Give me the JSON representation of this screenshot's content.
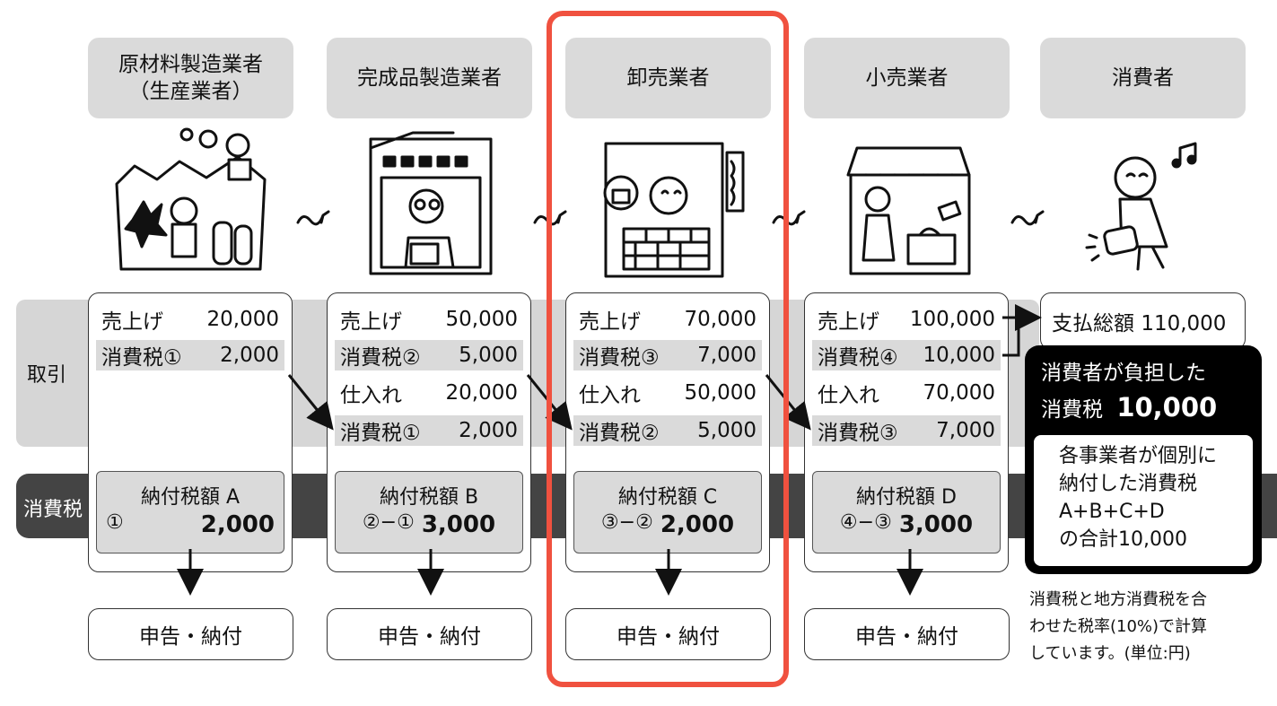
{
  "bands": {
    "transaction": "取引",
    "tax": "消費税"
  },
  "stages": [
    {
      "head": [
        "原材料製造業者",
        "（生産業者）"
      ],
      "rows": [
        {
          "label": "売上げ",
          "value": "20,000"
        },
        {
          "label": "消費税①",
          "value": "2,000"
        }
      ],
      "pay_title": "納付税額 A",
      "pay_formula": "①",
      "pay_value": "2,000",
      "file_label": "申告・納付"
    },
    {
      "head": [
        "完成品製造業者"
      ],
      "rows": [
        {
          "label": "売上げ",
          "value": "50,000"
        },
        {
          "label": "消費税②",
          "value": "5,000"
        },
        {
          "label": "仕入れ",
          "value": "20,000"
        },
        {
          "label": "消費税①",
          "value": "2,000"
        }
      ],
      "pay_title": "納付税額 B",
      "pay_formula": "②−①",
      "pay_value": "3,000",
      "file_label": "申告・納付"
    },
    {
      "head": [
        "卸売業者"
      ],
      "rows": [
        {
          "label": "売上げ",
          "value": "70,000"
        },
        {
          "label": "消費税③",
          "value": "7,000"
        },
        {
          "label": "仕入れ",
          "value": "50,000"
        },
        {
          "label": "消費税②",
          "value": "5,000"
        }
      ],
      "pay_title": "納付税額 C",
      "pay_formula": "③−②",
      "pay_value": "2,000",
      "file_label": "申告・納付"
    },
    {
      "head": [
        "小売業者"
      ],
      "rows": [
        {
          "label": "売上げ",
          "value": "100,000"
        },
        {
          "label": "消費税④",
          "value": "10,000"
        },
        {
          "label": "仕入れ",
          "value": "70,000"
        },
        {
          "label": "消費税③",
          "value": "7,000"
        }
      ],
      "pay_title": "納付税額 D",
      "pay_formula": "④−③",
      "pay_value": "3,000",
      "file_label": "申告・納付"
    }
  ],
  "consumer": {
    "head": "消費者",
    "total_label": "支払総額",
    "total_value": "110,000",
    "burden_line1": "消費者が負担した",
    "burden_line2_label": "消費税",
    "burden_line2_value": "10,000",
    "sum_lines": [
      "各事業者が個別に",
      "納付した消費税",
      "A+B+C+D",
      "の合計10,000"
    ]
  },
  "note_lines": [
    "消費税と地方消費税を合",
    "わせた税率(10%)で計算",
    "しています。(単位:円)"
  ],
  "highlight_color": "#f0513f"
}
